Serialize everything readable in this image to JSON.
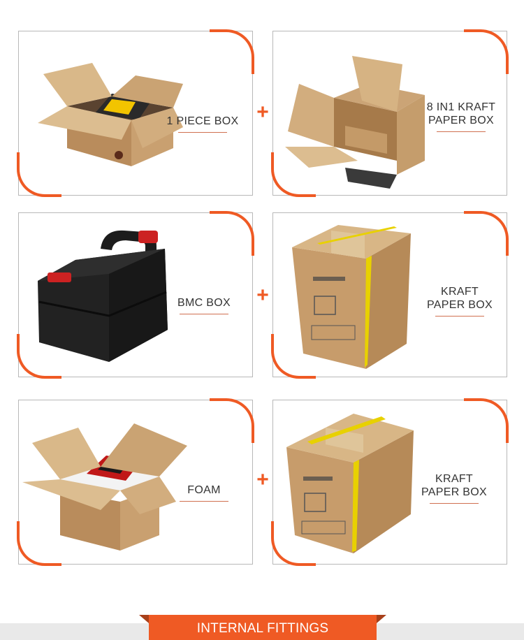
{
  "items": [
    {
      "caption": "1 PIECE BOX"
    },
    {
      "caption": "8 IN1 KRAFT\nPAPER BOX"
    },
    {
      "caption": "BMC BOX"
    },
    {
      "caption": "KRAFT\nPAPER BOX"
    },
    {
      "caption": "FOAM"
    },
    {
      "caption": "KRAFT\nPAPER BOX"
    }
  ],
  "plus_symbol": "+",
  "banner": {
    "label": "INTERNAL FITTINGS"
  },
  "colors": {
    "accent": "#ef5a24",
    "kraft": "#c9a070",
    "frame": "#b8b8b8"
  }
}
